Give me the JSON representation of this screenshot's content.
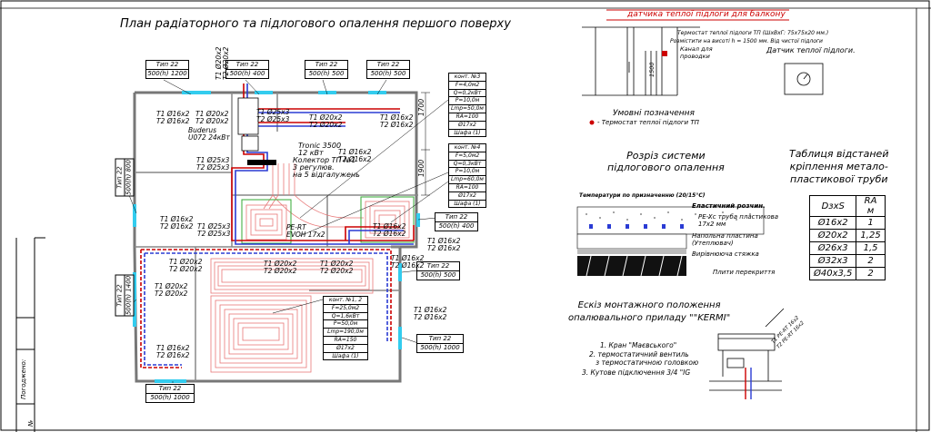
{
  "plan": {
    "title": "План радіаторного та підлогового опалення першого поверху",
    "radiators": [
      {
        "name": "Тип 22",
        "size": "500(h) 1200"
      },
      {
        "name": "Тип 22",
        "size": "500(h) 400"
      },
      {
        "name": "Тип 22",
        "size": "500(h) 500"
      },
      {
        "name": "Тип 22",
        "size": "500(h) 500"
      },
      {
        "name": "Тип 22",
        "size": "500(h) 800"
      },
      {
        "name": "Тип 22",
        "size": "500(h) 1400"
      },
      {
        "name": "Тип 22",
        "size": "500(h) 400"
      },
      {
        "name": "Тип 22",
        "size": "500(h) 500"
      },
      {
        "name": "Тип 22",
        "size": "500(h) 1000"
      },
      {
        "name": "Тип 22",
        "size": "500(h) 1000"
      }
    ],
    "pipe_labels": [
      "T1 Ø16x2\nT2 Ø16x2",
      "T1 Ø20x2\nT2 Ø20x2",
      "T1 Ø25x3\nT2 Ø25x3",
      "T1 Ø20x2\nT2 Ø20x2",
      "T1 Ø16x2\nT2 Ø16x2",
      "T1 Ø25x3\nT2 Ø25x3",
      "T1 Ø16x2\nT2 Ø16x2",
      "T1 Ø25x3\nT2 Ø25x3",
      "T1 Ø16x2\nT2 Ø16x2",
      "T1 Ø16x2\nT2 Ø16x2",
      "T1 Ø20x2\nT2 Ø20x2",
      "T1 Ø20x2\nT2 Ø20x2",
      "T1 Ø20x2\nT2 Ø20x2",
      "T1 Ø16x2\nT2 Ø16x2",
      "T1 Ø20x2\nT2 Ø20x2",
      "T1 Ø16x2\nT2 Ø16x2",
      "T1 Ø16x2\nT2 Ø16x2",
      "T1 Ø16x2\nT2 Ø16x2"
    ],
    "vertical_label": "T1 Ø20x2\nT2 Ø20x2",
    "boiler": "Buderus\nU072 24кВт",
    "tronic": "Tronic 3500\n12 кВт",
    "collector": "Колектор ТП №1\n3 регулюв.\nна 5 відгалужень",
    "pipe_type": "PE-RT\nEVOH 17x2",
    "dims": [
      "1700",
      "1900"
    ],
    "circuits": [
      {
        "rows": [
          "конт. №3",
          "F=4,0м2",
          "Q=0,2кВт",
          "P=10,0м",
          "Lmp=50,0м",
          "RA=100",
          "Ø17x2",
          "Шафа (1)"
        ]
      },
      {
        "rows": [
          "конт. №4",
          "F=5,0м2",
          "Q=0,3кВт",
          "P=10,0м",
          "Lmp=60,0м",
          "RA=100",
          "Ø17x2",
          "Шафа (1)"
        ]
      },
      {
        "rows": [
          "конт. №1, 2",
          "F=25,0м2",
          "Q=1,6кВт",
          "P=50,0м",
          "Lmp=190,0м",
          "RA=150",
          "Ø17x2",
          "Шафа (1)"
        ]
      }
    ]
  },
  "sensor": {
    "title": "датчика теплої підлоги для балкону",
    "note1": "Термостат теплої підлоги ТП (ШхВхГ: 75x75x20 мм.)",
    "note2": "Розмістити на висоті h = 1500 мм. Від чистої підлоги",
    "channel": "Канал для\nпроводки",
    "height": "1500",
    "sensor_label": "Датчик теплої підлоги."
  },
  "legend": {
    "title": "Умовні позначення",
    "item": "- Термостат теплої підлоги ТП"
  },
  "section": {
    "title": "Розріз системи\nпідлогового опалення",
    "temp": "Температури по призначенню (20/15°С)",
    "layers": [
      "Еластичний розчин.",
      "PE-Xc труба пластикова\n17x2 мм",
      "Напольна пластина\n(Утеплювач)",
      "Вирівнююча стяжка",
      "Плити перекриття"
    ]
  },
  "table": {
    "title": "Таблиця відстаней\nкріплення метало-\nпластикової труби",
    "head": [
      "DзxS",
      "RA\nм"
    ],
    "rows": [
      [
        "Ø16x2",
        "1"
      ],
      [
        "Ø20x2",
        "1,25"
      ],
      [
        "Ø26x3",
        "1,5"
      ],
      [
        "Ø32x3",
        "2"
      ],
      [
        "Ø40x3,5",
        "2"
      ]
    ]
  },
  "sketch": {
    "title": "Ескіз монтажного положення\nопалювального приладу \"\"KERMI\"",
    "items": [
      "1. Кран \"Маєвського\"",
      "2. термостатичний вентиль\n   з термостатичною головкою",
      "3. Кутове підключення 3/4 \"IG"
    ],
    "pipes_note": "T1 PE-RT 16x2\nT2 PE-RT 16x2"
  },
  "stamp": {
    "agreed": "Погоджено:",
    "num": "№"
  },
  "colors": {
    "supply": "#cc0000",
    "return": "#2a3bd4",
    "window": "#33ccee",
    "loop": "#e87878",
    "green": "#33aa33"
  }
}
